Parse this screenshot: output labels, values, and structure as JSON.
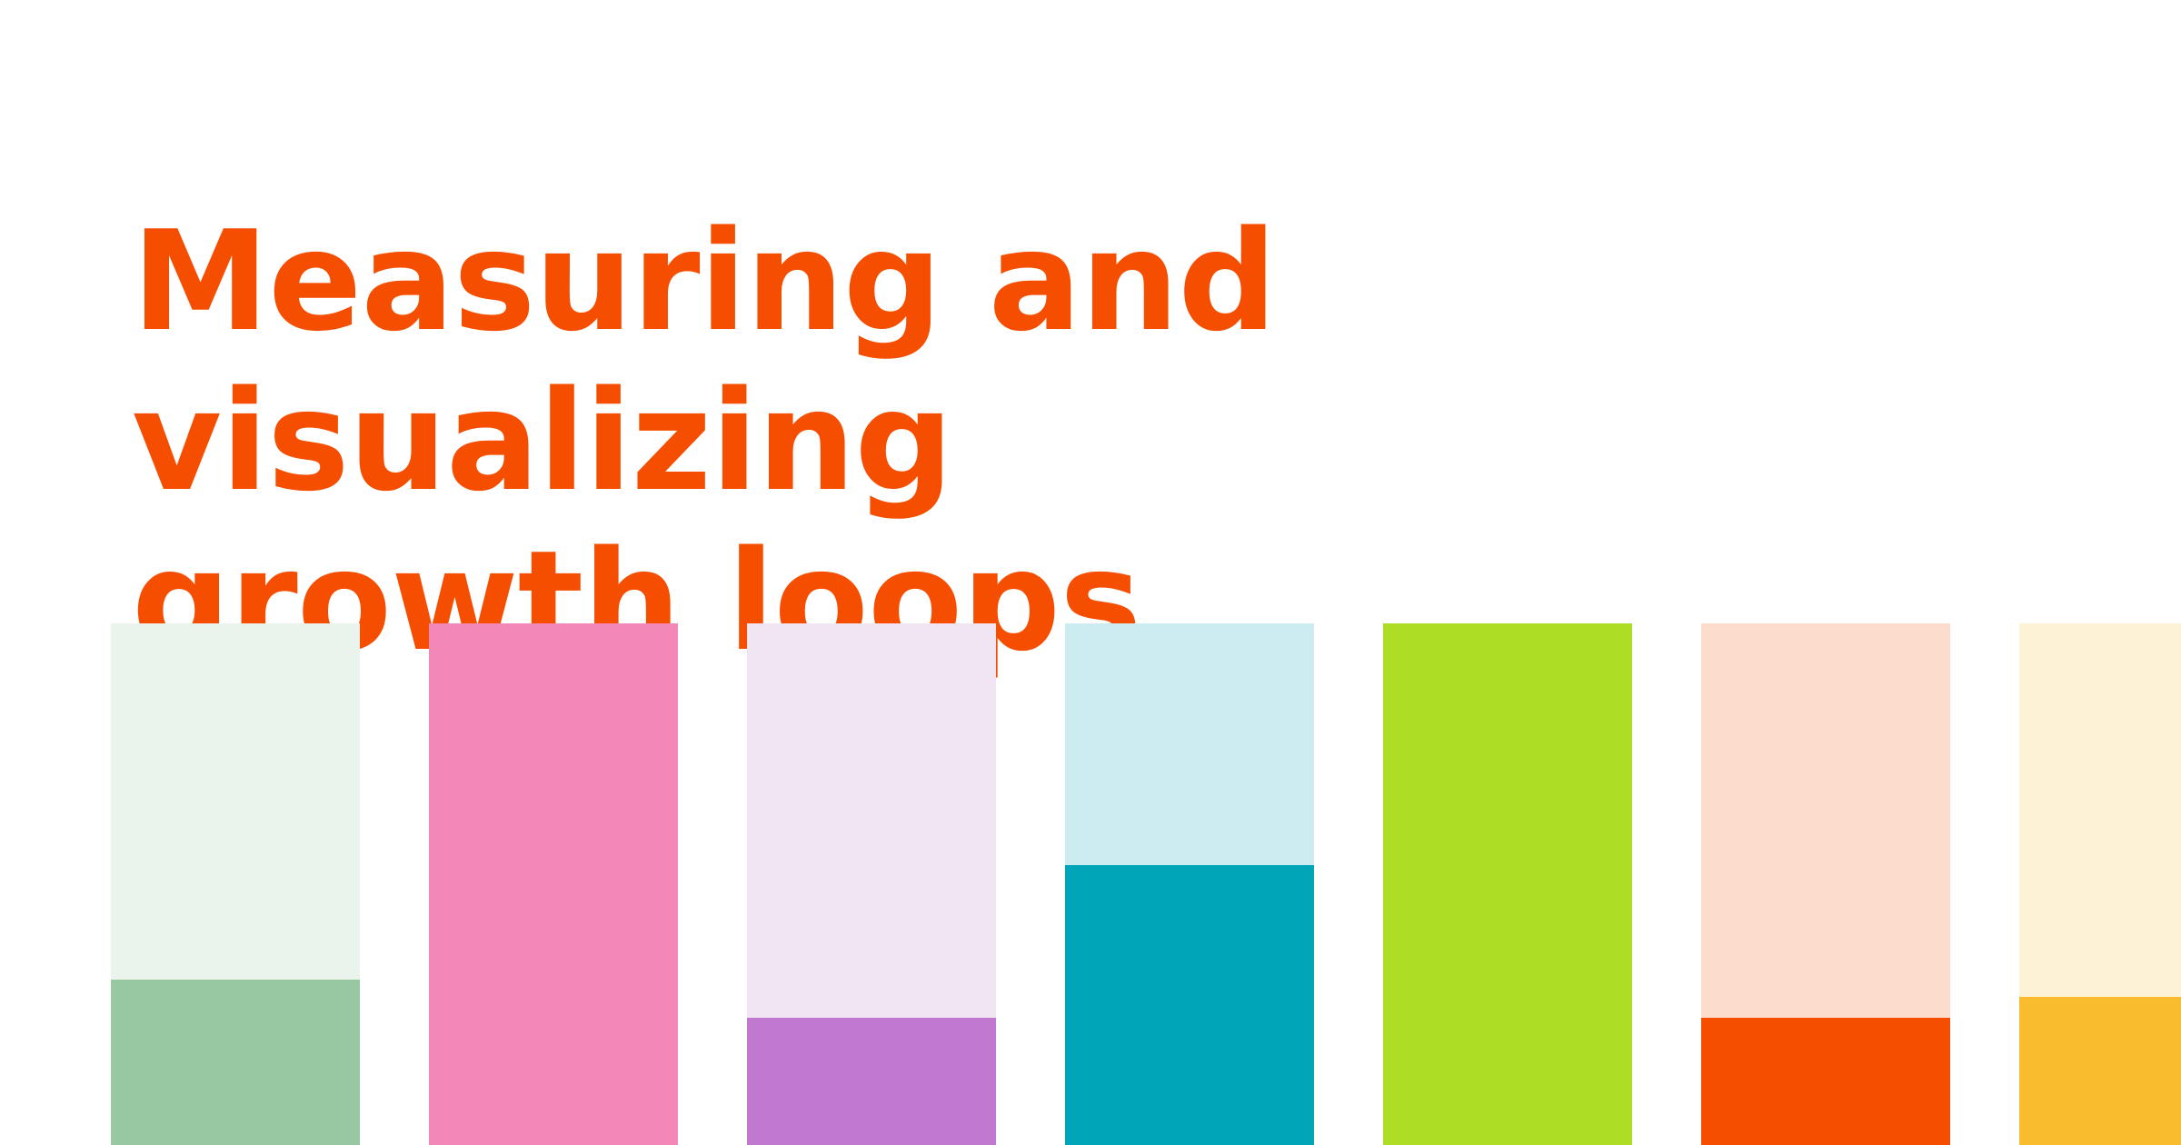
{
  "headline": {
    "line1": "Measuring and visualizing",
    "line2": "growth loops",
    "color": "#f54e00"
  },
  "bars": [
    {
      "name": "bar-1",
      "track_color": "#eaf3ec",
      "fill_color": "#97c8a2",
      "fill_fraction": 0.317
    },
    {
      "name": "bar-2",
      "track_color": "#f387b8",
      "fill_color": "#f387b8",
      "fill_fraction": 1.0
    },
    {
      "name": "bar-3",
      "track_color": "#f1e4f3",
      "fill_color": "#c179cf",
      "fill_fraction": 0.244
    },
    {
      "name": "bar-4",
      "track_color": "#cdecf1",
      "fill_color": "#00a5b8",
      "fill_fraction": 0.537
    },
    {
      "name": "bar-5",
      "track_color": "#addd25",
      "fill_color": "#addd25",
      "fill_fraction": 1.0
    },
    {
      "name": "bar-6",
      "track_color": "#fbdccd",
      "fill_color": "#f54e00",
      "fill_fraction": 0.244
    },
    {
      "name": "bar-7",
      "track_color": "#fdf1d6",
      "fill_color": "#f8bc2e",
      "fill_fraction": 0.284
    }
  ]
}
